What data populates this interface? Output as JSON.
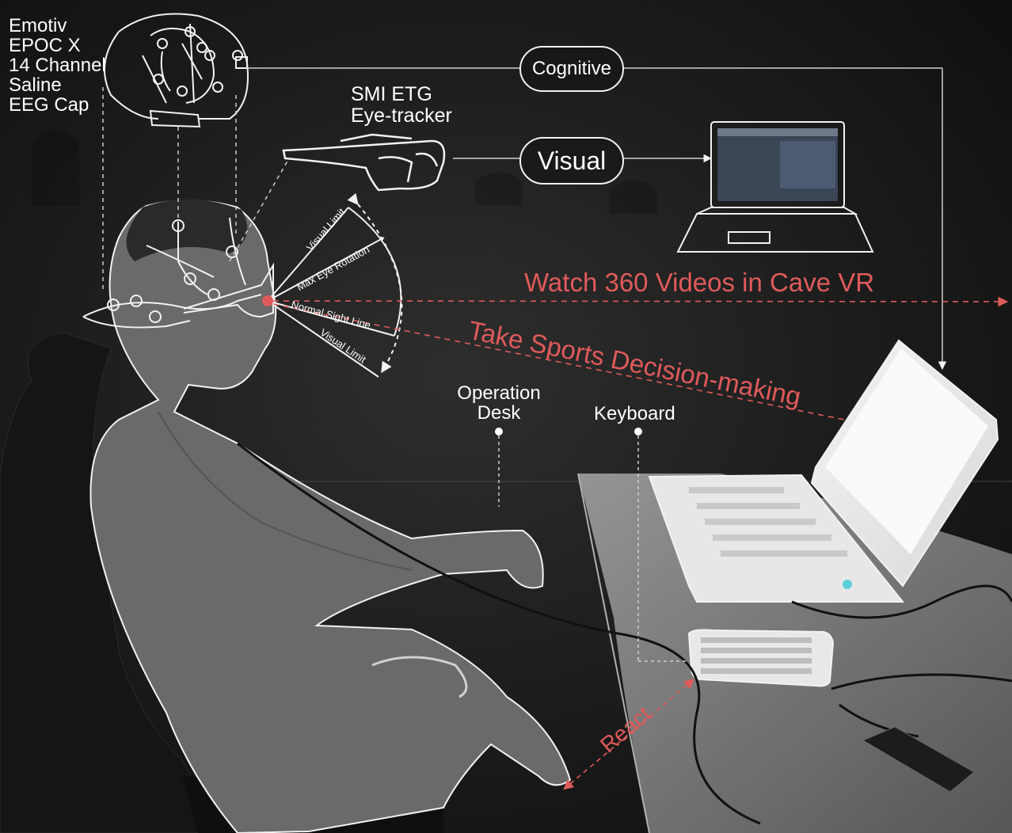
{
  "device_label": [
    "Emotiv",
    "EPOC X",
    "14 Channel",
    "Saline",
    "EEG Cap"
  ],
  "tracker_label": [
    "SMI ETG",
    "Eye-tracker"
  ],
  "pills": {
    "cognitive": "Cognitive",
    "visual": "Visual"
  },
  "tasks": {
    "watch": "Watch 360 Videos in Cave VR",
    "decision": "Take Sports Decision-making",
    "react": "React"
  },
  "sight": {
    "visual_limit_top": "Visual Limit",
    "max_eye_rotation": "Max Eye Rotation",
    "normal_sight_line": "Normal Sight Line",
    "visual_limit_bottom": "Visual Limit"
  },
  "desk": {
    "operation_desk": [
      "Operation",
      "Desk"
    ],
    "keyboard": "Keyboard"
  },
  "colors": {
    "accent_red": "#e05a5a",
    "line_white": "#f2f2f2",
    "background": "#1b1b1b"
  }
}
